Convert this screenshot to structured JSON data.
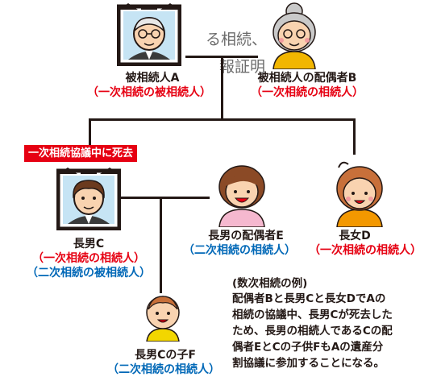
{
  "background_text": {
    "line1": "る相続、",
    "line2": "報証明"
  },
  "persons": {
    "a": {
      "name": "被相続人A",
      "role1": "（一次相続の被相続人）"
    },
    "b": {
      "name": "被相続人の配偶者B",
      "role1": "（一次相続の相続人）"
    },
    "c": {
      "name": "長男C",
      "role1": "（一次相続の相続人）",
      "role2": "（二次相続の被相続人）",
      "badge": "一次相続協議中に死去"
    },
    "e": {
      "name": "長男の配偶者E",
      "role1": "（二次相続の相続人）"
    },
    "d": {
      "name": "長女D",
      "role1": "（一次相続の相続人）"
    },
    "f": {
      "name": "長男Cの子F",
      "role1": "（二次相続の相続人）"
    }
  },
  "example": {
    "title": "(数次相続の例)",
    "lines": [
      "配偶者Bと長男Cと長女DでAの",
      "相続の協議中、長男Cが死去した",
      "ため、長男の相続人であるCの配",
      "偶者EとCの子供FもAの遺産分",
      "割協議に参加することになる。"
    ]
  },
  "colors": {
    "red": "#e60012",
    "blue": "#0068b7",
    "line": "#231815"
  }
}
